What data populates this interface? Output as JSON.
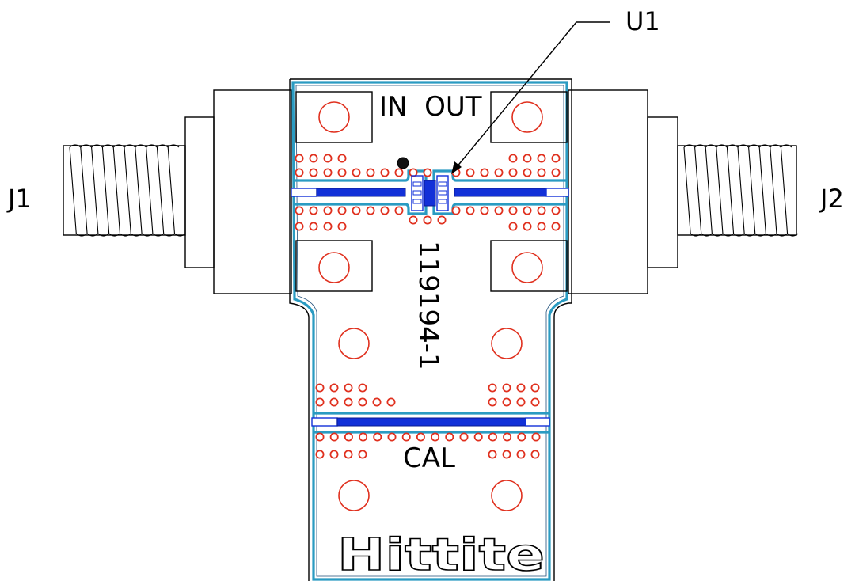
{
  "labels": {
    "component": "U1",
    "port_left": "J1",
    "port_right": "J2",
    "pin_in_out": "IN  OUT",
    "part_number": "119194-1",
    "calibration": "CAL"
  },
  "logo": {
    "text": "Hittite"
  },
  "colors": {
    "copper_outline": "#2a9bc2",
    "via": "#e0301e",
    "trace": "#1230d8",
    "mechanical": "#000000"
  }
}
